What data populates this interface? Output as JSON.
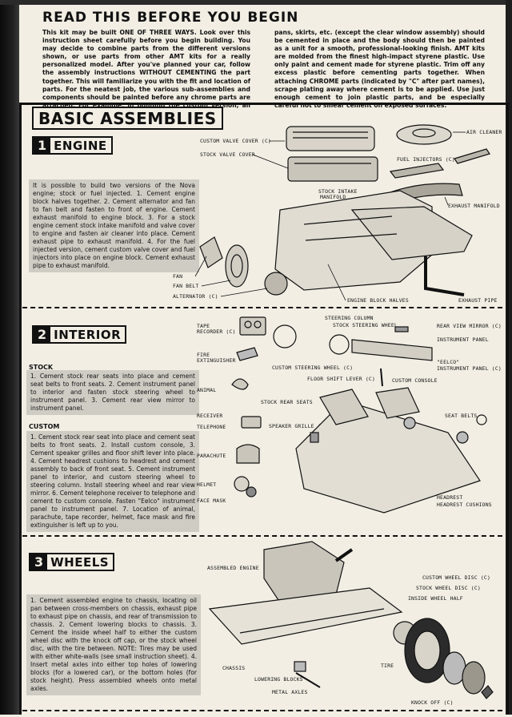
{
  "title": "READ THIS BEFORE YOU BEGIN",
  "intro_left": "This kit may be built ONE OF THREE WAYS. Look over this instruction sheet carefully before you begin building. You may decide to combine parts from the different versions shown, or use parts from other AMT kits for a really personalized model. After you've planned your car, follow the assembly instructions WITHOUT CEMENTING the part together. This will familiarize you with the fit and location of parts. For the neatest job, the various sub-assemblies and components should be painted before any chrome parts are attached. For example: in building the custom version, all non-chrome parts such as scoops,",
  "intro_right": "pans, skirts, etc. (except the clear window assembly) should be cemented in place and the body should then be painted as a unit for a smooth, professional-looking finish. AMT kits are molded from the finest high-impact styrene plastic. Use only paint and cement made for styrene plastic. Trim off any excess plastic before cementing parts together. When attaching CHROME parts (indicated by \"C\" after part names), scrape plating away where cement is to be applied. Use just enough cement to join plastic parts, and be especially careful not to smear cement on exposed surfaces.",
  "basic_assemblies": "BASIC ASSEMBLIES",
  "sections": {
    "engine": {
      "num": "1",
      "label": "ENGINE",
      "text": "It is possible to build two versions of the Nova engine; stock or fuel injected. 1. Cement engine block halves together. 2. Cement alternator and fan to fan belt and fasten to front of engine. Cement exhaust manifold to engine block. 3. For a stock engine cement stock intake manifold and valve cover to engine and fasten air cleaner into place. Cement exhaust pipe to exhaust manifold. 4. For the fuel injected version, cement custom valve cover and fuel injectors into place on engine block. Cement exhaust pipe to exhaust manifold.",
      "labels": {
        "custom_valve_cover": "CUSTOM VALVE COVER (C)",
        "stock_valve_cover": "STOCK VALVE COVER",
        "air_cleaner": "AIR CLEANER",
        "fuel_injectors": "FUEL INJECTORS (C)",
        "stock_intake": "STOCK INTAKE",
        "manifold": "MANIFOLD",
        "exhaust_manifold": "EXHAUST MANIFOLD",
        "fan": "FAN",
        "fan_belt": "FAN BELT",
        "alternator": "ALTERNATOR (C)",
        "engine_block_halves": "ENGINE BLOCK HALVES",
        "exhaust_pipe": "EXHAUST PIPE"
      }
    },
    "interior": {
      "num": "2",
      "label": "INTERIOR",
      "stock_heading": "STOCK",
      "stock_text": "1. Cement stock rear seats into place and cement seat belts to front seats. 2. Cement instrument panel to interior and fasten stock steering wheel to instrument panel. 3. Cement rear view mirror to instrument panel.",
      "custom_heading": "CUSTOM",
      "custom_text": "1. Cement stock rear seat into place and cement seat belts to front seats. 2. Install custom console, 3. Cement speaker grilles and floor shift lever into place. 4. Cement headrest cushions to headrest and cement assembly to back of front seat. 5. Cement instrument panel to interior, and custom steering wheel to steering column. Install steering wheel and rear view mirror. 6. Cement telephone receiver to telephone and cement to custom console. Fasten \"Eelco\" instrument panel to instrument panel. 7. Location of animal, parachute, tape recorder, helmet, face mask and fire extinguisher is left up to you.",
      "labels": {
        "tape_recorder": "TAPE",
        "tape_recorder2": "RECORDER (C)",
        "steering_column": "STEERING COLUMN",
        "stock_steering_wheel": "STOCK STEERING WHEEL",
        "rear_view_mirror": "REAR VIEW MIRROR (C)",
        "instrument_panel": "INSTRUMENT PANEL",
        "fire": "FIRE",
        "extinguisher": "EXTINGUISHER",
        "custom_steering_wheel": "CUSTOM STEERING WHEEL (C)",
        "eelco": "\"EELCO\"",
        "eelco_panel": "INSTRUMENT PANEL (C)",
        "floor_shift_lever": "FLOOR SHIFT LEVER (C)",
        "custom_console": "CUSTOM CONSOLE",
        "animal": "ANIMAL",
        "stock_rear_seats": "STOCK REAR SEATS",
        "seat_belts": "SEAT BELTS",
        "receiver": "RECEIVER",
        "telephone": "TELEPHONE",
        "speaker_grille": "SPEAKER GRILLE (C)",
        "parachute": "PARACHUTE",
        "helmet": "HELMET",
        "face_mask": "FACE MASK",
        "headrest": "HEADREST",
        "headrest_cushions": "HEADREST CUSHIONS"
      }
    },
    "wheels": {
      "num": "3",
      "label": "WHEELS",
      "text": "1. Cement assembled engine to chassis, locating oil pan between cross-members on chassis, exhaust pipe to exhaust pipe on chassis, and rear of transmission to chassis. 2. Cement lowering blocks to chassis. 3. Cement the inside wheel half to either the custom wheel disc with the knock off cap, or the stock wheel disc, with the tire between. NOTE: Tires may be used with either white-walls (see small instruction sheet). 4. Insert metal axles into either top holes of lowering blocks (for a lowered car), or the bottom holes (for stock height). Press assembled wheels onto metal axles.",
      "labels": {
        "assembled_engine": "ASSEMBLED ENGINE",
        "custom_wheel_disc": "CUSTOM WHEEL DISC (C)",
        "stock_wheel_disc": "STOCK WHEEL DISC (C)",
        "inside_wheel_half": "INSIDE WHEEL HALF",
        "tire": "TIRE",
        "chassis": "CHASSIS",
        "lowering_blocks": "LOWERING BLOCKS",
        "metal_axles": "METAL AXLES",
        "knock_off": "KNOCK OFF (C)"
      }
    }
  }
}
